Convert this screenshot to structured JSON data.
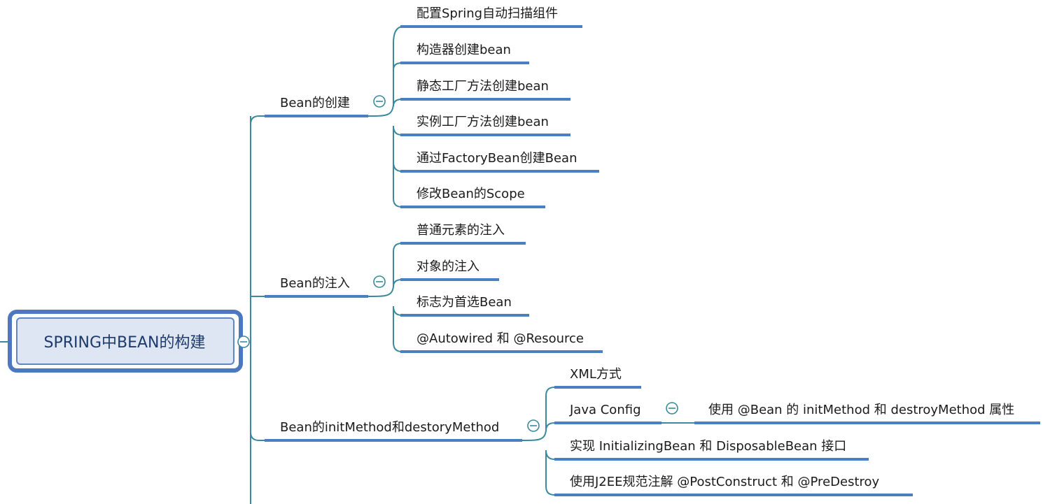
{
  "root": {
    "label": "SPRING中BEAN的构建"
  },
  "branches": [
    {
      "label": "Bean的创建",
      "children": [
        {
          "label": "配置Spring自动扫描组件"
        },
        {
          "label": "构造器创建bean"
        },
        {
          "label": "静态工厂方法创建bean"
        },
        {
          "label": "实例工厂方法创建bean"
        },
        {
          "label": "通过FactoryBean创建Bean"
        },
        {
          "label": "修改Bean的Scope"
        }
      ]
    },
    {
      "label": "Bean的注入",
      "children": [
        {
          "label": "普通元素的注入"
        },
        {
          "label": "对象的注入"
        },
        {
          "label": "标志为首选Bean"
        },
        {
          "label": "@Autowired 和 @Resource"
        }
      ]
    },
    {
      "label": "Bean的initMethod和destoryMethod",
      "children": [
        {
          "label": "XML方式"
        },
        {
          "label": "Java Config",
          "children": [
            {
              "label": "使用 @Bean 的 initMethod 和 destroyMethod 属性"
            }
          ]
        },
        {
          "label": "实现 InitializingBean 和 DisposableBean 接口"
        },
        {
          "label": "使用J2EE规范注解 @PostConstruct 和 @PreDestroy"
        }
      ]
    }
  ],
  "colors": {
    "underline": "#4a7fc1",
    "connector": "#3a8a9c",
    "root_border": "#4b78c0",
    "root_fill": "#dde6f2"
  }
}
